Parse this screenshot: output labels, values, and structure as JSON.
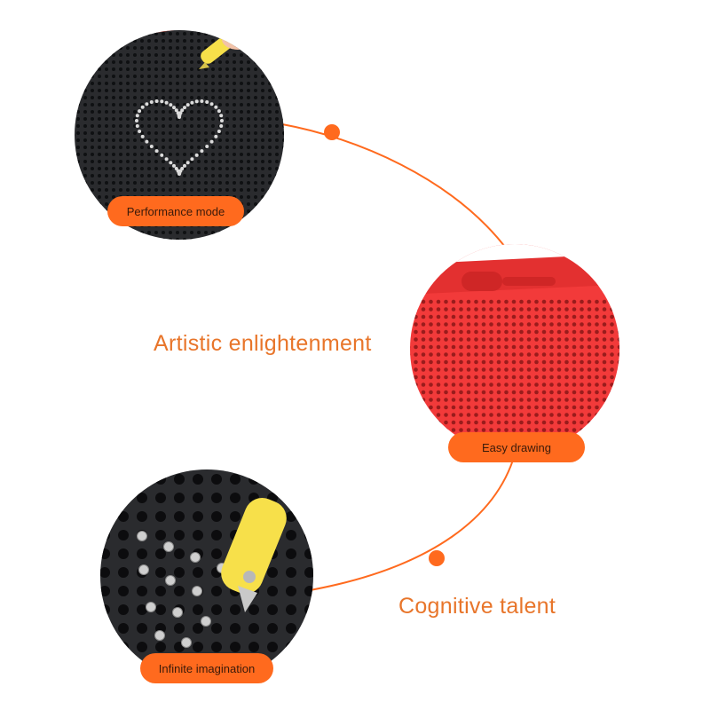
{
  "colors": {
    "accent": "#ff6a1e",
    "headline": "#e8752a",
    "board_dark": "#2a2b2e",
    "board_red": "#f23a3a",
    "pen_yellow": "#f7e04a"
  },
  "features": {
    "top": {
      "label": "Performance mode",
      "board": "black magnetic drawing board with stylus"
    },
    "middle": {
      "label": "Easy drawing",
      "board": "red magnetic drawing board"
    },
    "bottom": {
      "label": "Infinite imagination",
      "board": "black board with steel balls and yellow pen"
    }
  },
  "headlines": {
    "artistic": "Artistic enlightenment",
    "cognitive": "Cognitive talent"
  }
}
